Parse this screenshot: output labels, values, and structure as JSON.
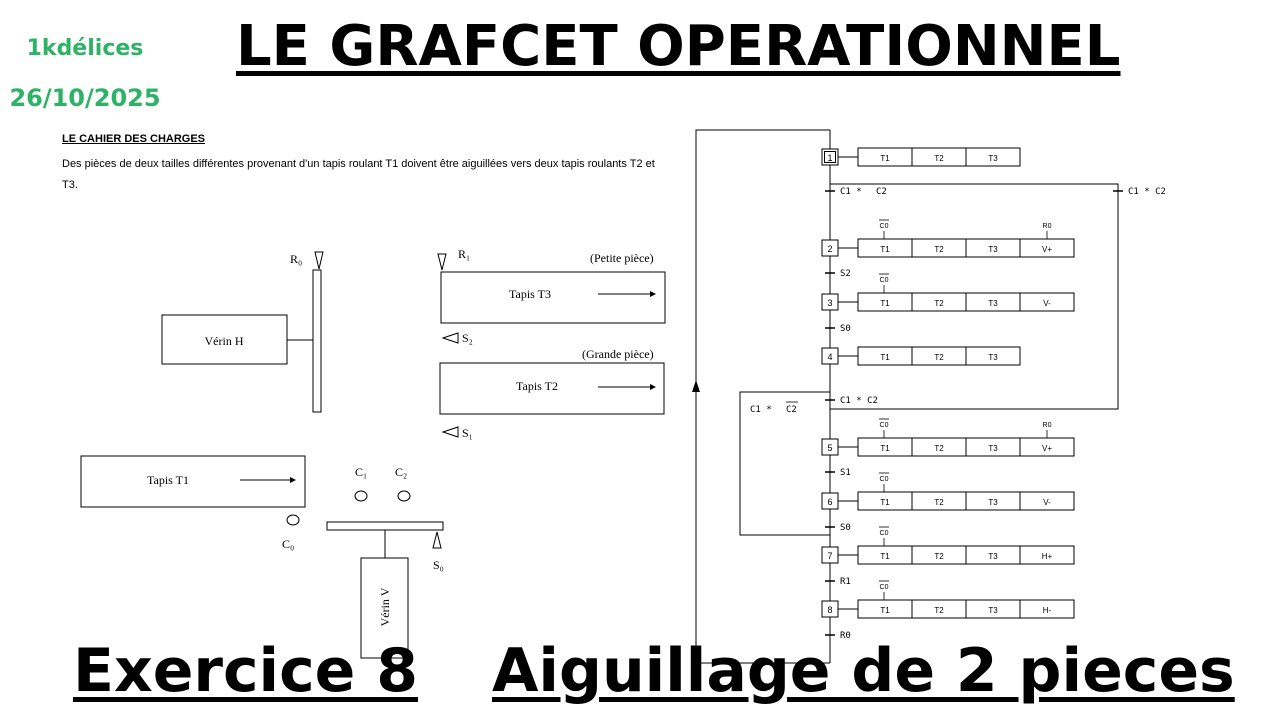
{
  "brand": {
    "name": "1kdélices",
    "date": "26/10/2025"
  },
  "title": "LE GRAFCET OPERATIONNEL",
  "exercise": {
    "number_label": "Exercice 8",
    "subject": "Aiguillage de 2 pieces"
  },
  "cahier": {
    "heading": "LE CAHIER DES CHARGES",
    "text": "Des pièces de deux tailles différentes provenant d'un tapis roulant T1 doivent être aiguillées vers deux tapis roulants T2 et T3."
  },
  "schema": {
    "verin_h": "Vérin H",
    "verin_v": "Vérin V",
    "tapis_t1": "Tapis T1",
    "tapis_t2": "Tapis T2",
    "tapis_t3": "Tapis T3",
    "petite_piece": "(Petite pièce)",
    "grande_piece": "(Grande pièce)",
    "sensors": {
      "r0": "R₀",
      "r1": "R₁",
      "s0": "S₀",
      "s1": "S₁",
      "s2": "S₂",
      "c0": "C₀",
      "c1": "C₁",
      "c2": "C₂"
    }
  },
  "grafcet": {
    "steps": [
      {
        "num": "1",
        "initial": true,
        "actions": [
          "T1",
          "T2",
          "T3"
        ]
      },
      {
        "num": "2",
        "initial": false,
        "actions": [
          "T1",
          "T2",
          "T3",
          "V+"
        ],
        "conditions": {
          "T1": "C0",
          "V+": "R0"
        }
      },
      {
        "num": "3",
        "initial": false,
        "actions": [
          "T1",
          "T2",
          "T3",
          "V-"
        ],
        "conditions": {
          "T1": "C0"
        }
      },
      {
        "num": "4",
        "initial": false,
        "actions": [
          "T1",
          "T2",
          "T3"
        ]
      },
      {
        "num": "5",
        "initial": false,
        "actions": [
          "T1",
          "T2",
          "T3",
          "V+"
        ],
        "conditions": {
          "T1": "C0",
          "V+": "R0"
        }
      },
      {
        "num": "6",
        "initial": false,
        "actions": [
          "T1",
          "T2",
          "T3",
          "V-"
        ],
        "conditions": {
          "T1": "C0"
        }
      },
      {
        "num": "7",
        "initial": false,
        "actions": [
          "T1",
          "T2",
          "T3",
          "H+"
        ],
        "conditions": {
          "T1": "C0"
        }
      },
      {
        "num": "8",
        "initial": false,
        "actions": [
          "T1",
          "T2",
          "T3",
          "H-"
        ],
        "conditions": {
          "T1": "C0"
        }
      }
    ],
    "transitions": {
      "t1_left": "C1 *",
      "t1_left_bar": "C2",
      "t1_right": "C1 * C2",
      "t2": "S2",
      "t3": "S0",
      "t4": "C1 * C2",
      "t4_left": "C1 *",
      "t4_left_bar": "C2",
      "t5": "S1",
      "t6": "S0",
      "t7": "R1",
      "t8": "R0"
    }
  }
}
